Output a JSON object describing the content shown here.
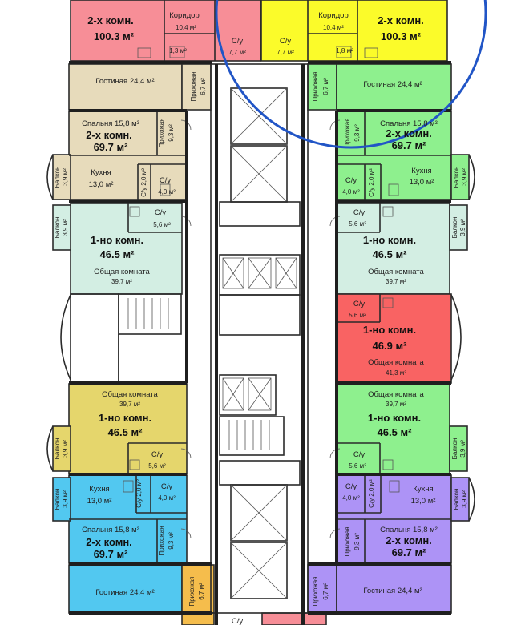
{
  "title": "",
  "colors": {
    "pink": "#f78e97",
    "yellow": "#fbfb2a",
    "beige": "#e7dbbb",
    "green": "#8ef08e",
    "mint": "#d3eee3",
    "red": "#f96363",
    "khaki": "#e5d66c",
    "blue": "#52c8f0",
    "purple": "#ad93f6",
    "orange": "#f5bd4c",
    "circle": "#2155c6"
  },
  "rooms": {
    "koridor": "Коридор",
    "koridor_area": "10,4 м²",
    "su": "С/у",
    "su_77": "7,7 м²",
    "su_13": "1,3 м²",
    "su_18": "1,8 м²",
    "su_56": "5,6 м²",
    "su_40": "4,0 м²",
    "su_20": "2,0 м²",
    "cu_20_label": "С/у 2,0 м²",
    "gostinaya": "Гостиная 24,4 м²",
    "prikhozhaya": "Прихожая",
    "prikh_67": "6,7 м²",
    "prikh_93": "9,3 м²",
    "spalnya": "Спальня 15,8 м²",
    "kukhnya": "Кухня",
    "kukhnya_area": "13,0 м²",
    "balkon": "Балкон",
    "balkon_area": "3,9 м²",
    "obshchaya": "Общая комната",
    "obshchaya_397": "39,7 м²",
    "obshchaya_413": "41,3 м²"
  },
  "apartments": {
    "two_room": "2-х комн.",
    "one_room": "1-но комн.",
    "a1003": "100.3 м²",
    "a697": "69.7 м²",
    "a465": "46.5 м²",
    "a469": "46.9 м²"
  }
}
